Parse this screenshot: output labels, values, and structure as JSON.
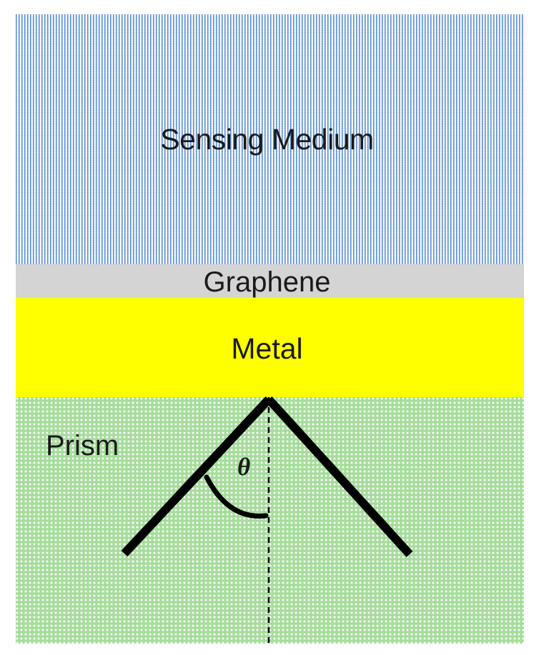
{
  "layers": {
    "sensing_medium": {
      "label": "Sensing Medium",
      "color": "#2b6ec2"
    },
    "graphene": {
      "label": "Graphene",
      "color": "#d4d4d4"
    },
    "metal": {
      "label": "Metal",
      "color": "#ffff00"
    },
    "prism": {
      "label": "Prism",
      "color": "#a7dc9d"
    }
  },
  "angle": {
    "symbol": "θ"
  },
  "colors": {
    "ray": "#000000",
    "text": "#1a1a1a"
  }
}
